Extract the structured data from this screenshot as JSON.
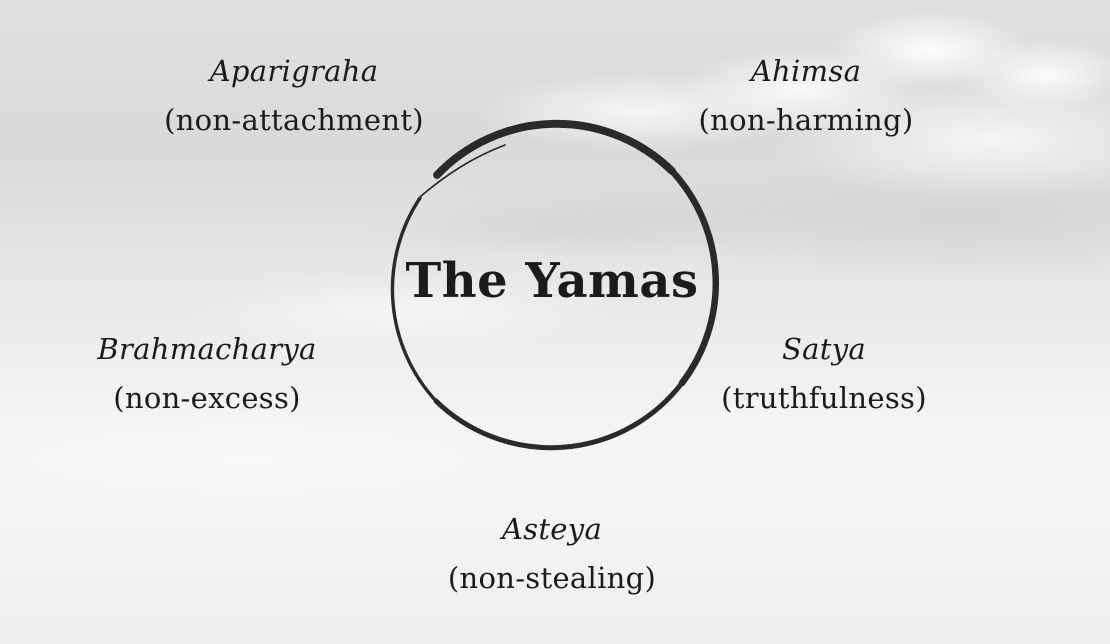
{
  "diagram": {
    "title": "The Yamas",
    "items": [
      {
        "name": "Aparigraha",
        "meaning": "(non-attachment)",
        "position": "top-left"
      },
      {
        "name": "Ahimsa",
        "meaning": "(non-harming)",
        "position": "top-right"
      },
      {
        "name": "Brahmacharya",
        "meaning": "(non-excess)",
        "position": "middle-left"
      },
      {
        "name": "Satya",
        "meaning": "(truthfulness)",
        "position": "middle-right"
      },
      {
        "name": "Asteya",
        "meaning": "(non-stealing)",
        "position": "bottom-center"
      }
    ],
    "colors": {
      "text": "#1b1b1b",
      "circle_stroke": "#2a2a2a",
      "sky_light": "#f4f4f4",
      "sky_mid": "#d9d9d9",
      "cloud_white": "#ffffff"
    },
    "background_description": "grayscale cloudy sky photograph"
  }
}
